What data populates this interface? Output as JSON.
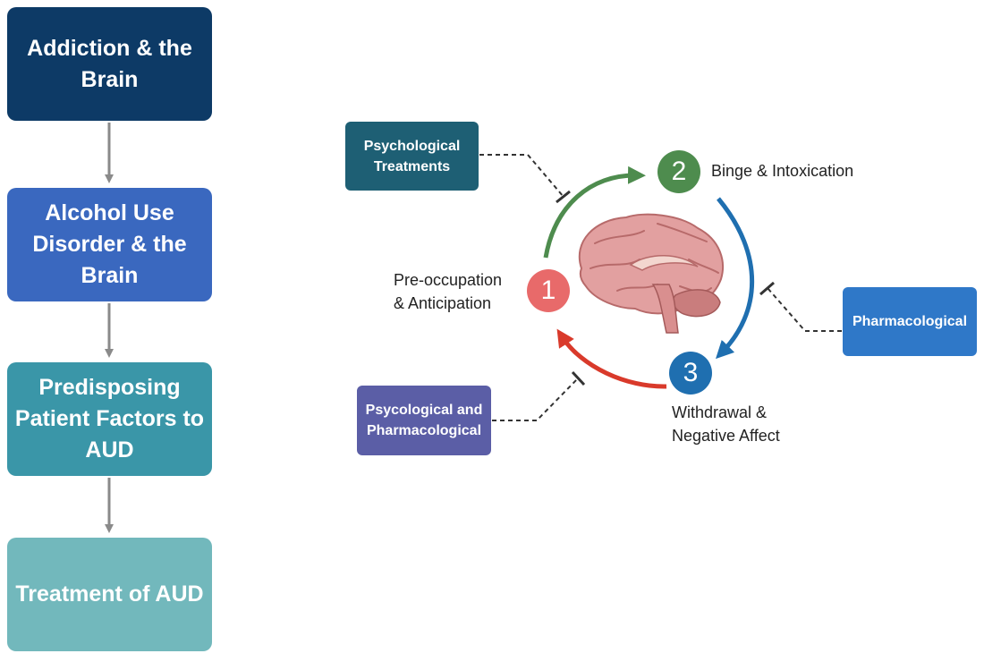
{
  "flow": {
    "step1": "Addiction & the\nBrain",
    "step2": "Alcohol Use\nDisorder & the\nBrain",
    "step3": "Predisposing\nPatient Factors to\nAUD",
    "step4": "Treatment of AUD"
  },
  "cycle": {
    "stage1": {
      "number": "1",
      "label": "Pre-occupation\n& Anticipation"
    },
    "stage2": {
      "number": "2",
      "label": "Binge & Intoxication"
    },
    "stage3": {
      "number": "3",
      "label": "Withdrawal &\nNegative Affect"
    }
  },
  "treatments": {
    "psychological": "Psychological\nTreatments",
    "pharmacological": "Pharmacological",
    "combined": "Psycological and\nPharmacological"
  },
  "colors": {
    "step1": "#0d3a66",
    "step2": "#3a68bf",
    "step3": "#3a96a8",
    "step4": "#72b8bc",
    "arrow_green": "#4e8c4e",
    "arrow_blue": "#1f6fb0",
    "arrow_red": "#d93a2b",
    "flow_arrow": "#8a8a8a"
  }
}
